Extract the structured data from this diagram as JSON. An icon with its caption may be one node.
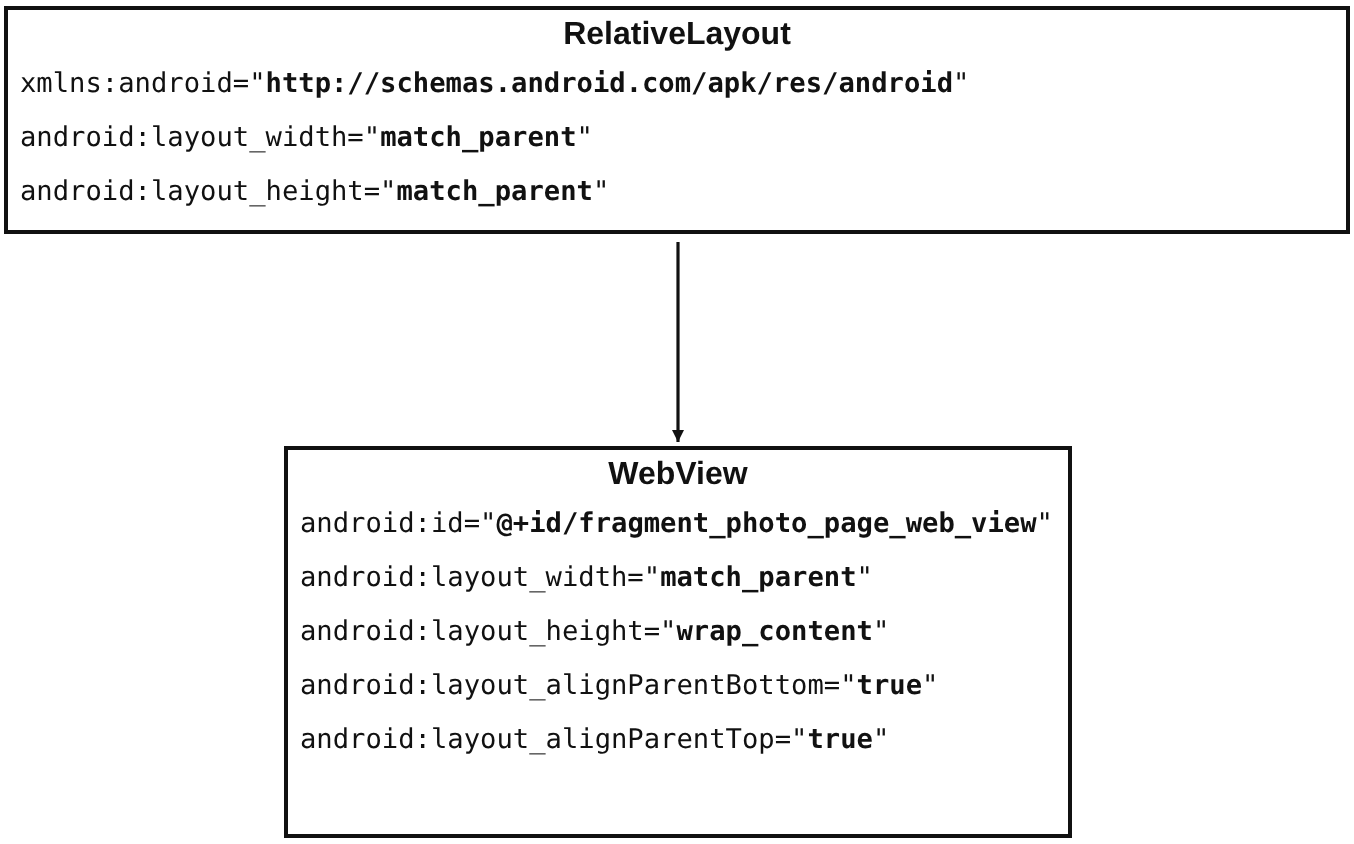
{
  "diagram": {
    "nodes": [
      {
        "text": [
          "RelativeLayout",
          "xmlns:android=\"**http://schemas.android.com/apk/res/android**\"",
          "android:layout_width=\"**match_parent**\"",
          "android:layout_height=\"**match_parent**\""
        ]
      },
      {
        "text": [
          "WebView",
          "android:id=\"**@+id/fragment_photo_page_web_view**\"",
          "android:layout_width=\"**match_parent**\"",
          "android:layout_height=\"**wrap_content**\"",
          "android:layout_alignParentBottom=\"**true**\"",
          "android:layout_alignParentTop=\"**true**\""
        ]
      }
    ],
    "edges": [
      {
        "from": 0,
        "to": 1,
        "arrow": "to"
      }
    ]
  }
}
